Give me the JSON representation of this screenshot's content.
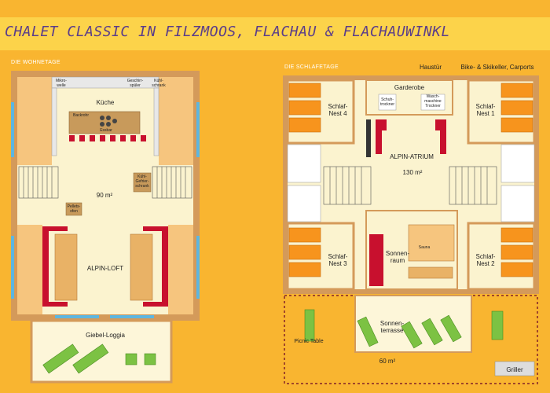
{
  "title": "CHALET CLASSIC IN FILZMOOS, FLACHAU & FLACHAUWINKL",
  "left_plan": {
    "section_label": "DIE WOHNETAGE",
    "mikrowelle": "Mikro-\nwelle",
    "geschirrspueler": "Geschirr-\nspüler",
    "kuehlschrank": "Kühl-\nschrank",
    "kueche": "Küche",
    "backrohr": "Backrohr",
    "essbar": "Essbar",
    "kuehl_gefrierschrank": "Kühl-\nGefrier-\nschrank",
    "area": "90 m²",
    "pelletsofen": "Pellets-\nofen",
    "alpin_loft": "ALPIN-LOFT",
    "giebel_loggia": "Giebel-Loggia"
  },
  "right_plan": {
    "section_label": "DIE SCHLAFETAGE",
    "haustuer": "Haustür",
    "bike_skikeller": "Bike- & Skikeller, Carports",
    "garderobe": "Garderobe",
    "schuhtrockner": "Schuh-\ntrockner",
    "waschmaschine": "Wasch-\nmaschine\nTrockner",
    "schlaf_nest_4": "Schlaf-\nNest 4",
    "schlaf_nest_1": "Schlaf-\nNest 1",
    "schlaf_nest_3": "Schlaf-\nNest 3",
    "schlaf_nest_2": "Schlaf-\nNest 2",
    "alpin_atrium": "ALPIN-ATRIUM",
    "atrium_area": "130 m²",
    "sonnenraum": "Sonnen-\nraum",
    "sauna": "Sauna",
    "sonnenterrasse": "Sonnen-\nterrasse",
    "picnic_table": "Picnic Table",
    "terrace_area": "60 m²",
    "griller": "Griller"
  }
}
